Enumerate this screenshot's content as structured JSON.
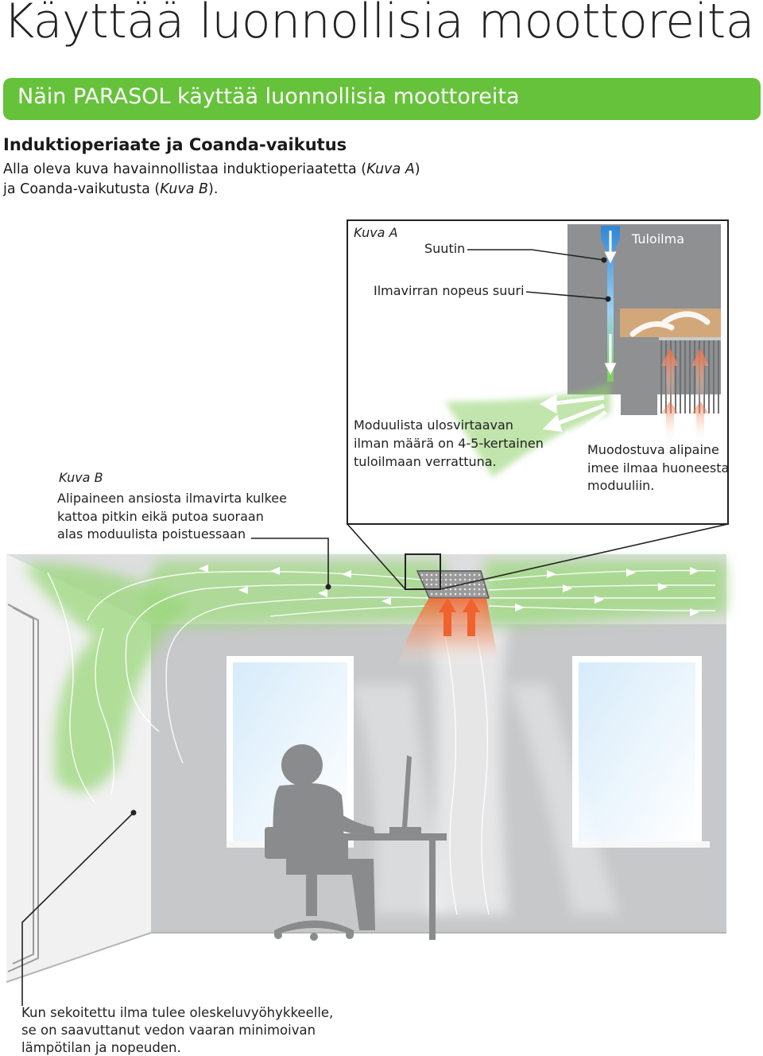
{
  "header": {
    "title": "Käyttää luonnollisia moottoreita",
    "banner": "Näin PARASOL käyttää luonnollisia moottoreita"
  },
  "section": {
    "heading": "Induktioperiaate ja Coanda-vaikutus",
    "line1_pre": "Alla oleva kuva havainnollistaa induktioperiaatetta (",
    "line1_ref": "Kuva A",
    "line1_post": ")",
    "line2_pre": "ja Coanda-vaikutusta (",
    "line2_ref": "Kuva B",
    "line2_post": ")."
  },
  "figure_a": {
    "caption": "Kuva A",
    "label_nozzle": "Suutin",
    "label_supply": "Tuloilma",
    "label_velocity": "Ilmavirran nopeus suuri",
    "outflow": [
      "Moduulista ulosvirtaavan",
      "ilman määrä on 4-5-kertainen",
      "tuloilmaan verrattuna."
    ],
    "underpressure": [
      "Muodostuva alipaine",
      "imee ilmaa huoneesta",
      "moduuliin."
    ]
  },
  "figure_b": {
    "caption": "Kuva B",
    "text": [
      "Alipaineen ansiosta ilmavirta kulkee",
      "kattoa pitkin eikä putoa suoraan",
      "alas moduulista poistuessaan"
    ]
  },
  "bottom_note": [
    "Kun sekoitettu ilma tulee oleskeluvyöhykkeelle,",
    "se on saavuttanut vedon vaaran minimoivan",
    "lämpötilan ja nopeuden."
  ],
  "colors": {
    "accent_green": "#66c23a",
    "airflow_green": "#8fd16a",
    "warm_air": "#f06a3a",
    "supply_blue": "#3a8fd8",
    "wall_gray": "#c7c8ca"
  }
}
